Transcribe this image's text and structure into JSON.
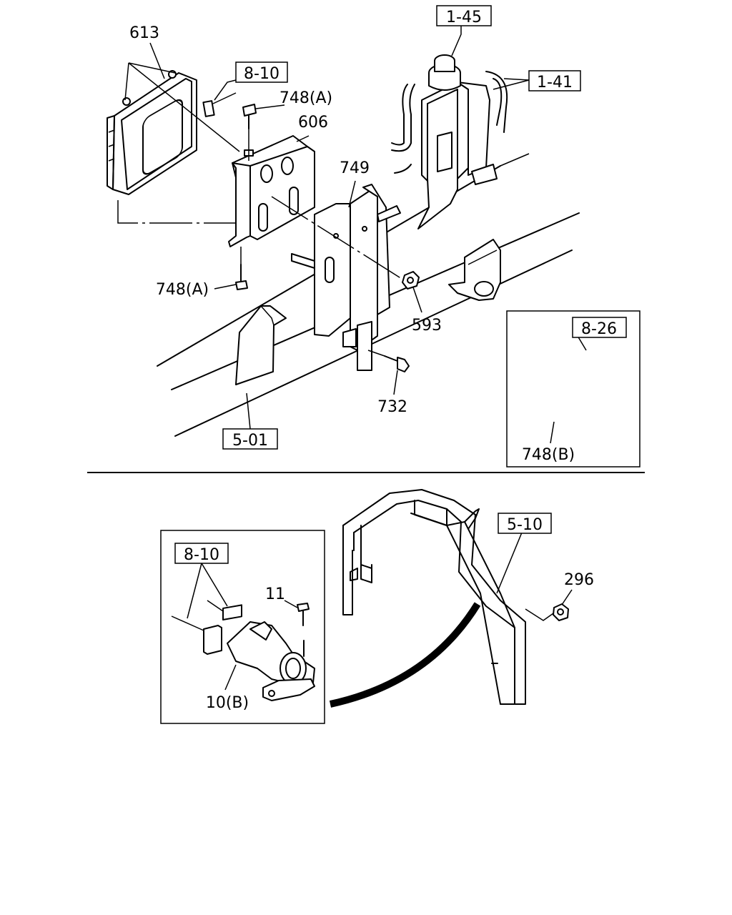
{
  "callouts": {
    "ref_1_45": "1-45",
    "ref_1_41": "1-41",
    "ref_8_10_top": "8-10",
    "ref_8_26": "8-26",
    "ref_5_01": "5-01",
    "ref_5_10": "5-10",
    "ref_8_10_bottom": "8-10"
  },
  "parts": {
    "p613": "613",
    "p748a_top": "748(A)",
    "p606": "606",
    "p749": "749",
    "p748a_bottom": "748(A)",
    "p593": "593",
    "p732": "732",
    "p748b": "748(B)",
    "p296": "296",
    "p11": "11",
    "p10b": "10(B)"
  }
}
